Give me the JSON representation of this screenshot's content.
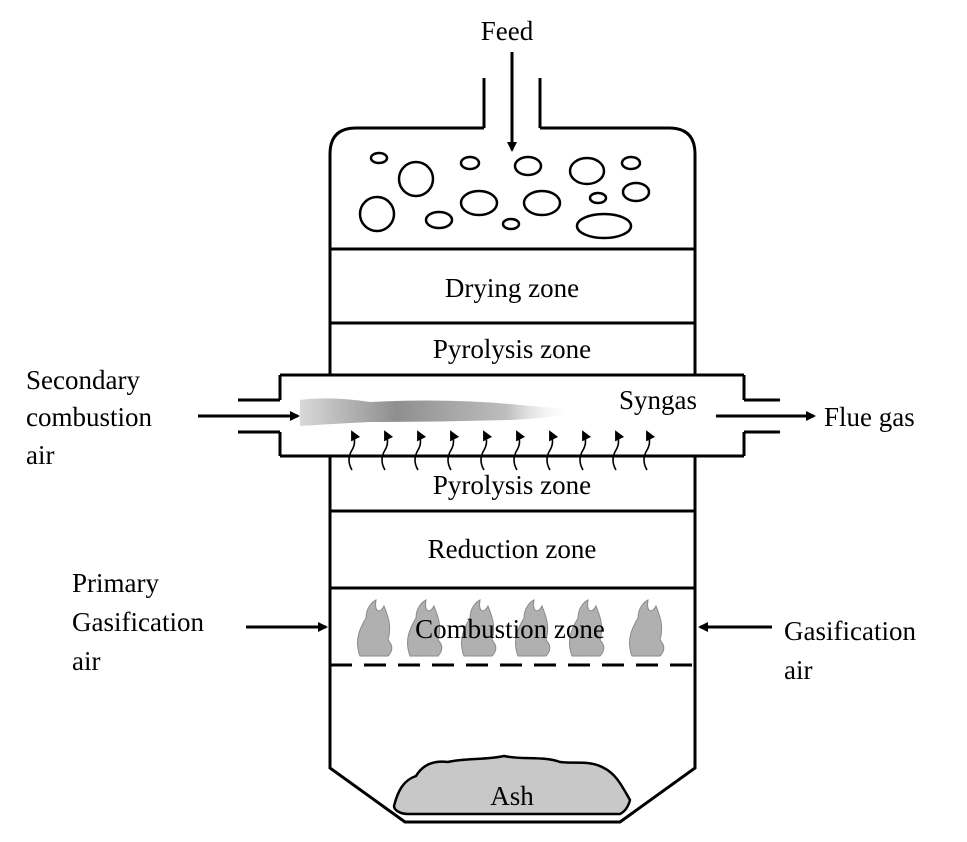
{
  "labels": {
    "feed": "Feed",
    "drying_zone": "Drying zone",
    "pyrolysis_zone_upper": "Pyrolysis zone",
    "syngas": "Syngas",
    "pyrolysis_zone_lower": "Pyrolysis zone",
    "reduction_zone": "Reduction zone",
    "combustion_zone": "Combustion zone",
    "ash": "Ash",
    "secondary_air": [
      "Secondary",
      "combustion",
      "air"
    ],
    "flue_gas": "Flue gas",
    "primary_air": [
      "Primary",
      "Gasification",
      "air"
    ],
    "gasification_air": [
      "Gasification",
      "air"
    ]
  },
  "colors": {
    "stroke": "#000000",
    "ash_fill": "#c8c8c8",
    "flame_fill": "#b0b0b0",
    "syngas_plume": "#a9a9a9"
  }
}
